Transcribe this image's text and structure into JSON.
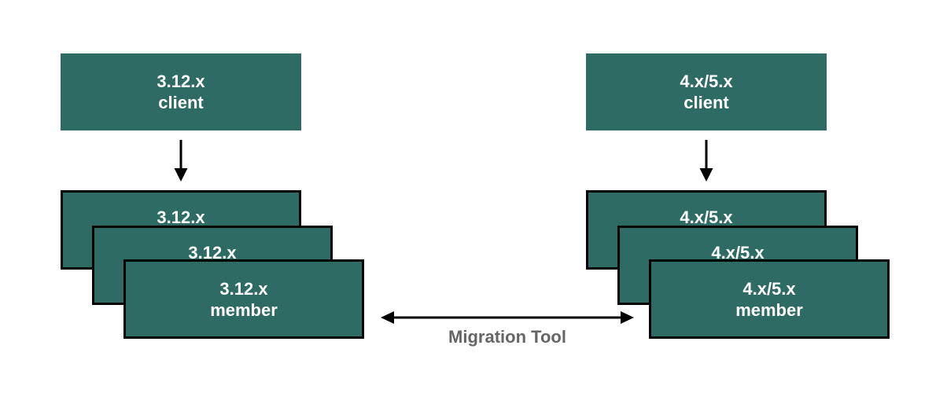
{
  "diagram": {
    "left": {
      "client": {
        "line1": "3.12.x",
        "line2": "client"
      },
      "stack": [
        {
          "line1": "3.12.x"
        },
        {
          "line1": "3.12.x"
        },
        {
          "line1": "3.12.x",
          "line2": "member"
        }
      ]
    },
    "right": {
      "client": {
        "line1": "4.x/5.x",
        "line2": "client"
      },
      "stack": [
        {
          "line1": "4.x/5.x"
        },
        {
          "line1": "4.x/5.x"
        },
        {
          "line1": "4.x/5.x",
          "line2": "member"
        }
      ]
    },
    "migration_label": "Migration Tool",
    "colors": {
      "box_fill": "#2d6b64",
      "box_border": "#000000",
      "box_text": "#ffffff",
      "label_text": "#666666",
      "arrow": "#000000"
    }
  }
}
